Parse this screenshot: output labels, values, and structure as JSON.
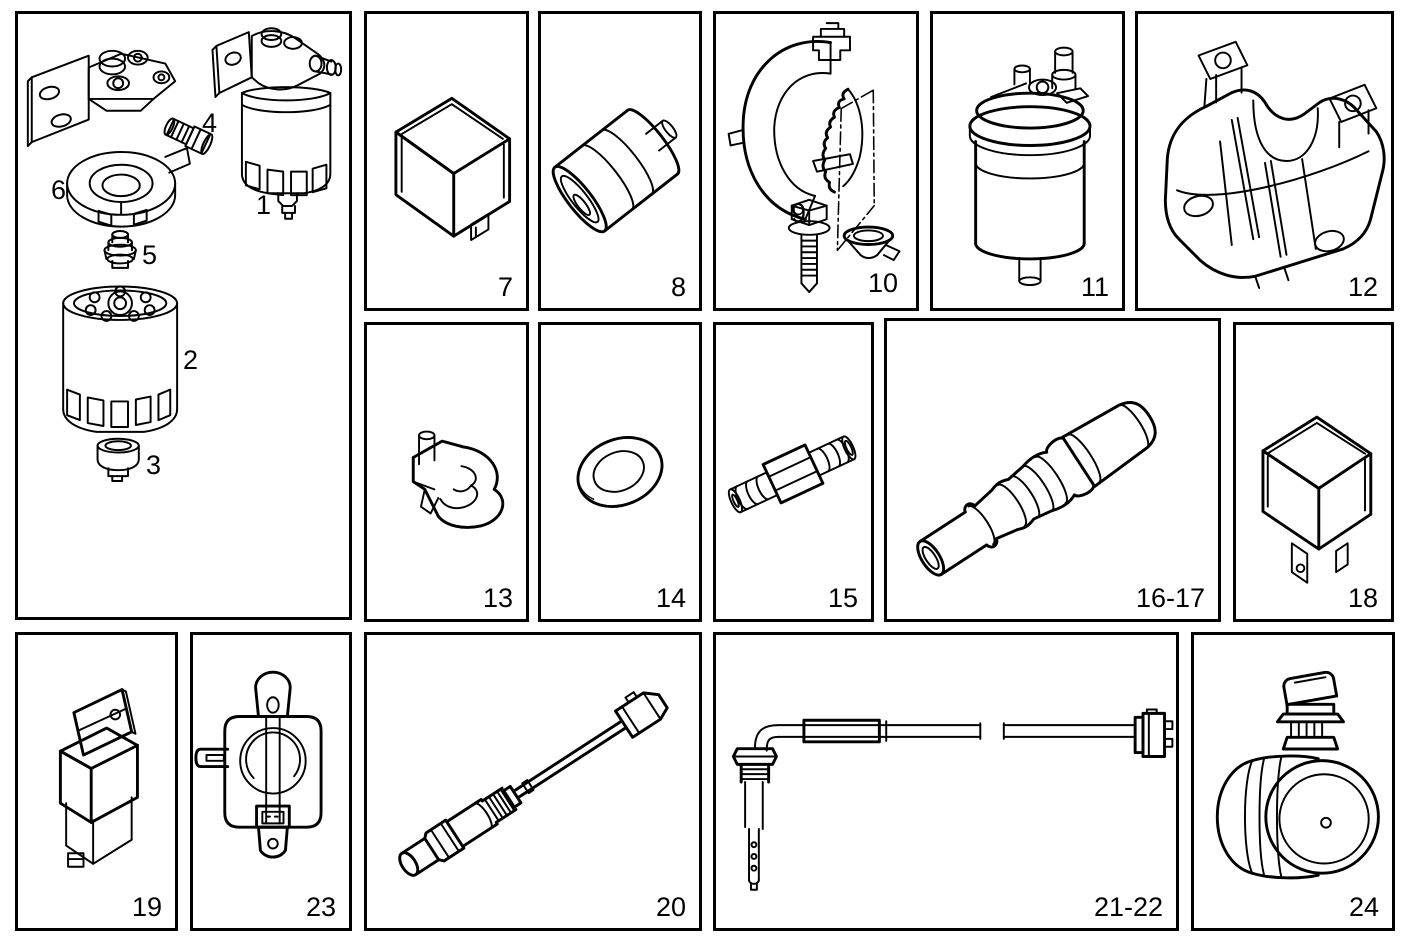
{
  "colors": {
    "background": "#ffffff",
    "line": "#000000",
    "panel_border": "#000000"
  },
  "panels": {
    "assembly": {
      "part1": "1",
      "part2": "2",
      "part3": "3",
      "part4": "4",
      "part5": "5",
      "part6": "6"
    },
    "p7": {
      "label": "7"
    },
    "p8": {
      "label": "8"
    },
    "p9_10": {
      "label9": "9",
      "label10": "10"
    },
    "p11": {
      "label": "11"
    },
    "p12": {
      "label": "12"
    },
    "p13": {
      "label": "13"
    },
    "p14": {
      "label": "14"
    },
    "p15": {
      "label": "15"
    },
    "p16_17": {
      "label": "16-17"
    },
    "p18": {
      "label": "18"
    },
    "p19": {
      "label": "19"
    },
    "p20": {
      "label": "20"
    },
    "p21_22": {
      "label": "21-22"
    },
    "p23": {
      "label": "23"
    },
    "p24": {
      "label": "24"
    }
  }
}
